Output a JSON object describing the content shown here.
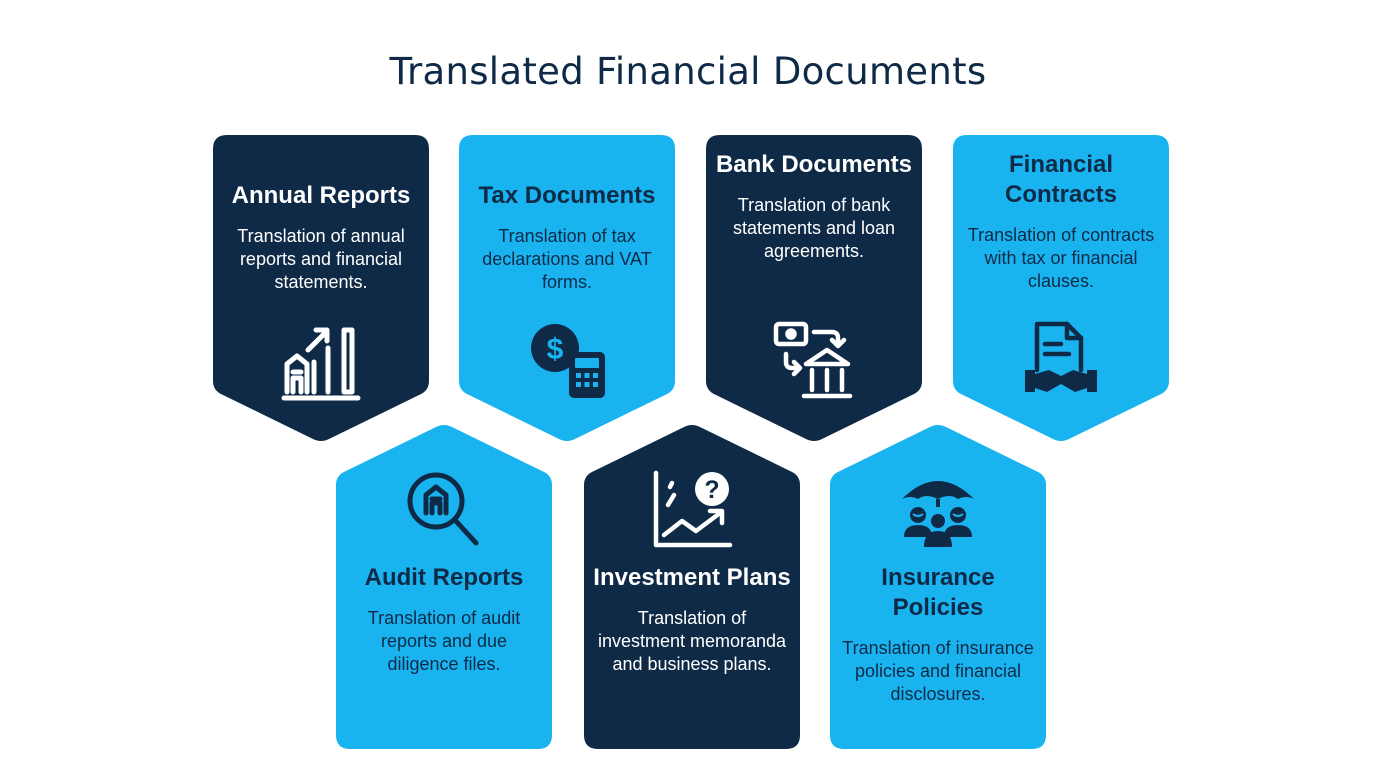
{
  "title": "Translated Financial Documents",
  "colors": {
    "dark": "#0e2a47",
    "light": "#19b4f0",
    "title": "#0e2a47"
  },
  "cards": [
    {
      "heading": "Annual Reports",
      "description": "Translation of annual reports and financial statements.",
      "icon": "bar-chart-building-icon",
      "theme": "dark"
    },
    {
      "heading": "Tax Documents",
      "description": "Translation of tax declarations and VAT forms.",
      "icon": "dollar-calculator-icon",
      "theme": "light"
    },
    {
      "heading": "Bank Documents",
      "description": "Translation of bank statements and loan agreements.",
      "icon": "bank-transfer-icon",
      "theme": "dark"
    },
    {
      "heading": "Financial Contracts",
      "description": "Translation of contracts with tax or financial clauses.",
      "icon": "contract-handshake-icon",
      "theme": "light"
    },
    {
      "heading": "Audit Reports",
      "description": "Translation of audit reports and due diligence files.",
      "icon": "magnifier-building-icon",
      "theme": "light"
    },
    {
      "heading": "Investment Plans",
      "description": "Translation of investment memoranda and business plans.",
      "icon": "chart-question-icon",
      "theme": "dark"
    },
    {
      "heading": "Insurance Policies",
      "description": "Translation of insurance policies and financial disclosures.",
      "icon": "umbrella-people-icon",
      "theme": "light"
    }
  ]
}
